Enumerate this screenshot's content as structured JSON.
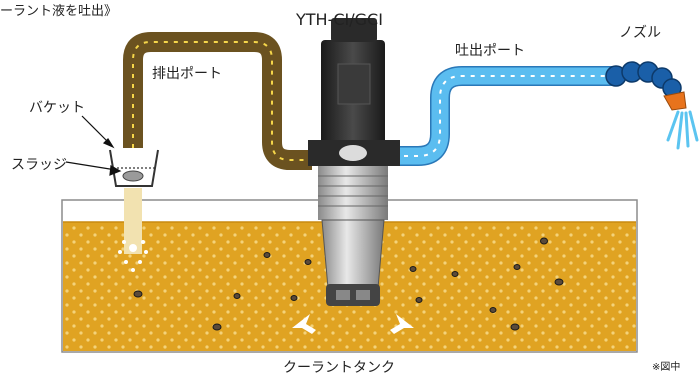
{
  "labels": {
    "title": "ーラント液を吐出》",
    "model": "YTH-CI/GCI",
    "nozzle": "ノズル",
    "outlet_port": "吐出ポート",
    "drain_port": "排出ポート",
    "bucket": "バケット",
    "sludge": "スラッジ",
    "tank": "クーラントタンク",
    "note": "※図中"
  },
  "colors": {
    "coolant": "#e0a322",
    "drain_hose": "#6b5220",
    "drain_arrow": "#f5d64a",
    "outlet_hose": "#5bbdf0",
    "outlet_arrow": "#ffffff",
    "pump_motor": "#2a2a2a",
    "pump_body": "#bfbfbf",
    "nozzle_body": "#1a5fa8",
    "nozzle_tip": "#e8731c",
    "spray": "#5bc4f0",
    "intake_arrow": "#ffffff"
  }
}
